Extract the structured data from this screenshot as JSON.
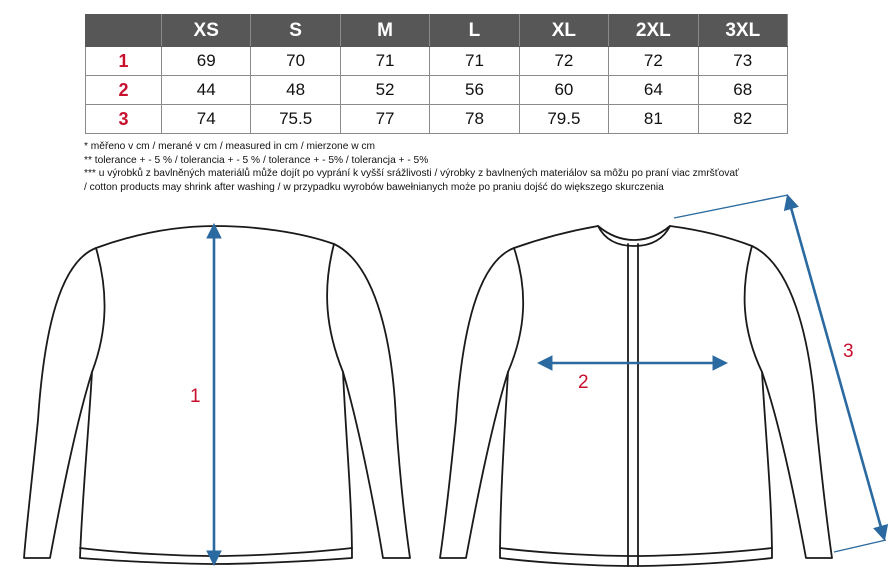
{
  "table": {
    "header": [
      "",
      "XS",
      "S",
      "M",
      "L",
      "XL",
      "2XL",
      "3XL"
    ],
    "rows": [
      {
        "label": "1",
        "values": [
          "69",
          "70",
          "71",
          "71",
          "72",
          "72",
          "73"
        ]
      },
      {
        "label": "2",
        "values": [
          "44",
          "48",
          "52",
          "56",
          "60",
          "64",
          "68"
        ]
      },
      {
        "label": "3",
        "values": [
          "74",
          "75.5",
          "77",
          "78",
          "79.5",
          "81",
          "82"
        ]
      }
    ]
  },
  "notes": [
    "* měřeno v cm / merané v cm / measured in cm / mierzone w cm",
    "** tolerance + - 5 % / tolerancia + - 5 % / tolerance + - 5% / tolerancja + - 5%",
    "*** u výrobků z bavlněných materiálů může dojít po vyprání k vyšší srážlivosti / výrobky z bavlnených materiálov sa môžu po praní viac zmršťovať",
    "/ cotton products may shrink after washing / w przypadku wyrobów bawełnianych może po praniu dojść do większego skurczenia"
  ],
  "measurements": {
    "back_length": "1",
    "chest_width": "2",
    "sleeve_length": "3"
  },
  "colors": {
    "header_bg": "#575757",
    "row_label": "#c8102e",
    "arrow": "#2b6aa0",
    "outline": "#1a1a1a"
  }
}
